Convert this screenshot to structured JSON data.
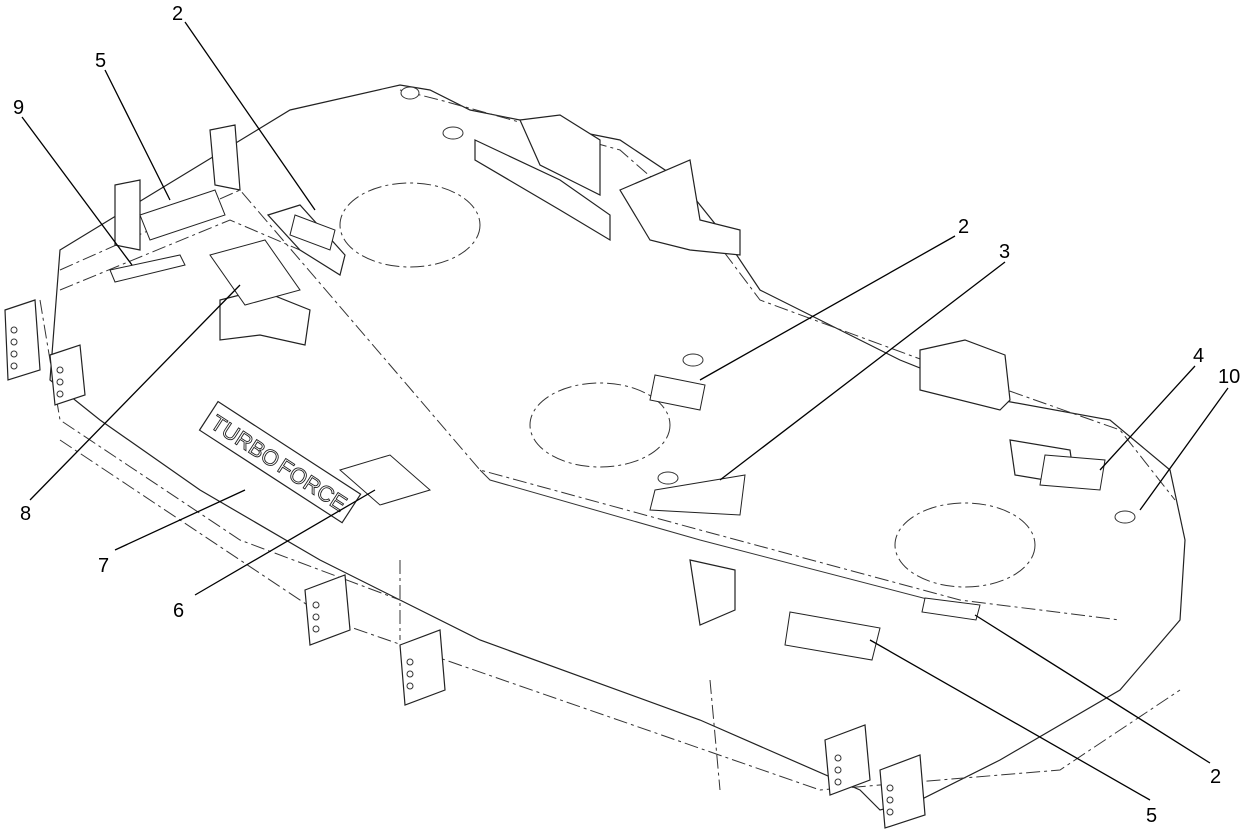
{
  "diagram": {
    "callouts": [
      {
        "id": "c2-top",
        "label": "2"
      },
      {
        "id": "c5-top",
        "label": "5"
      },
      {
        "id": "c9",
        "label": "9"
      },
      {
        "id": "c2-mid",
        "label": "2"
      },
      {
        "id": "c3",
        "label": "3"
      },
      {
        "id": "c4",
        "label": "4"
      },
      {
        "id": "c10",
        "label": "10"
      },
      {
        "id": "c8",
        "label": "8"
      },
      {
        "id": "c7",
        "label": "7"
      },
      {
        "id": "c6",
        "label": "6"
      },
      {
        "id": "c2-bot",
        "label": "2"
      },
      {
        "id": "c5-bot",
        "label": "5"
      }
    ],
    "emboss_text": {
      "word1": "TURBO",
      "word2": "FORCE"
    }
  }
}
